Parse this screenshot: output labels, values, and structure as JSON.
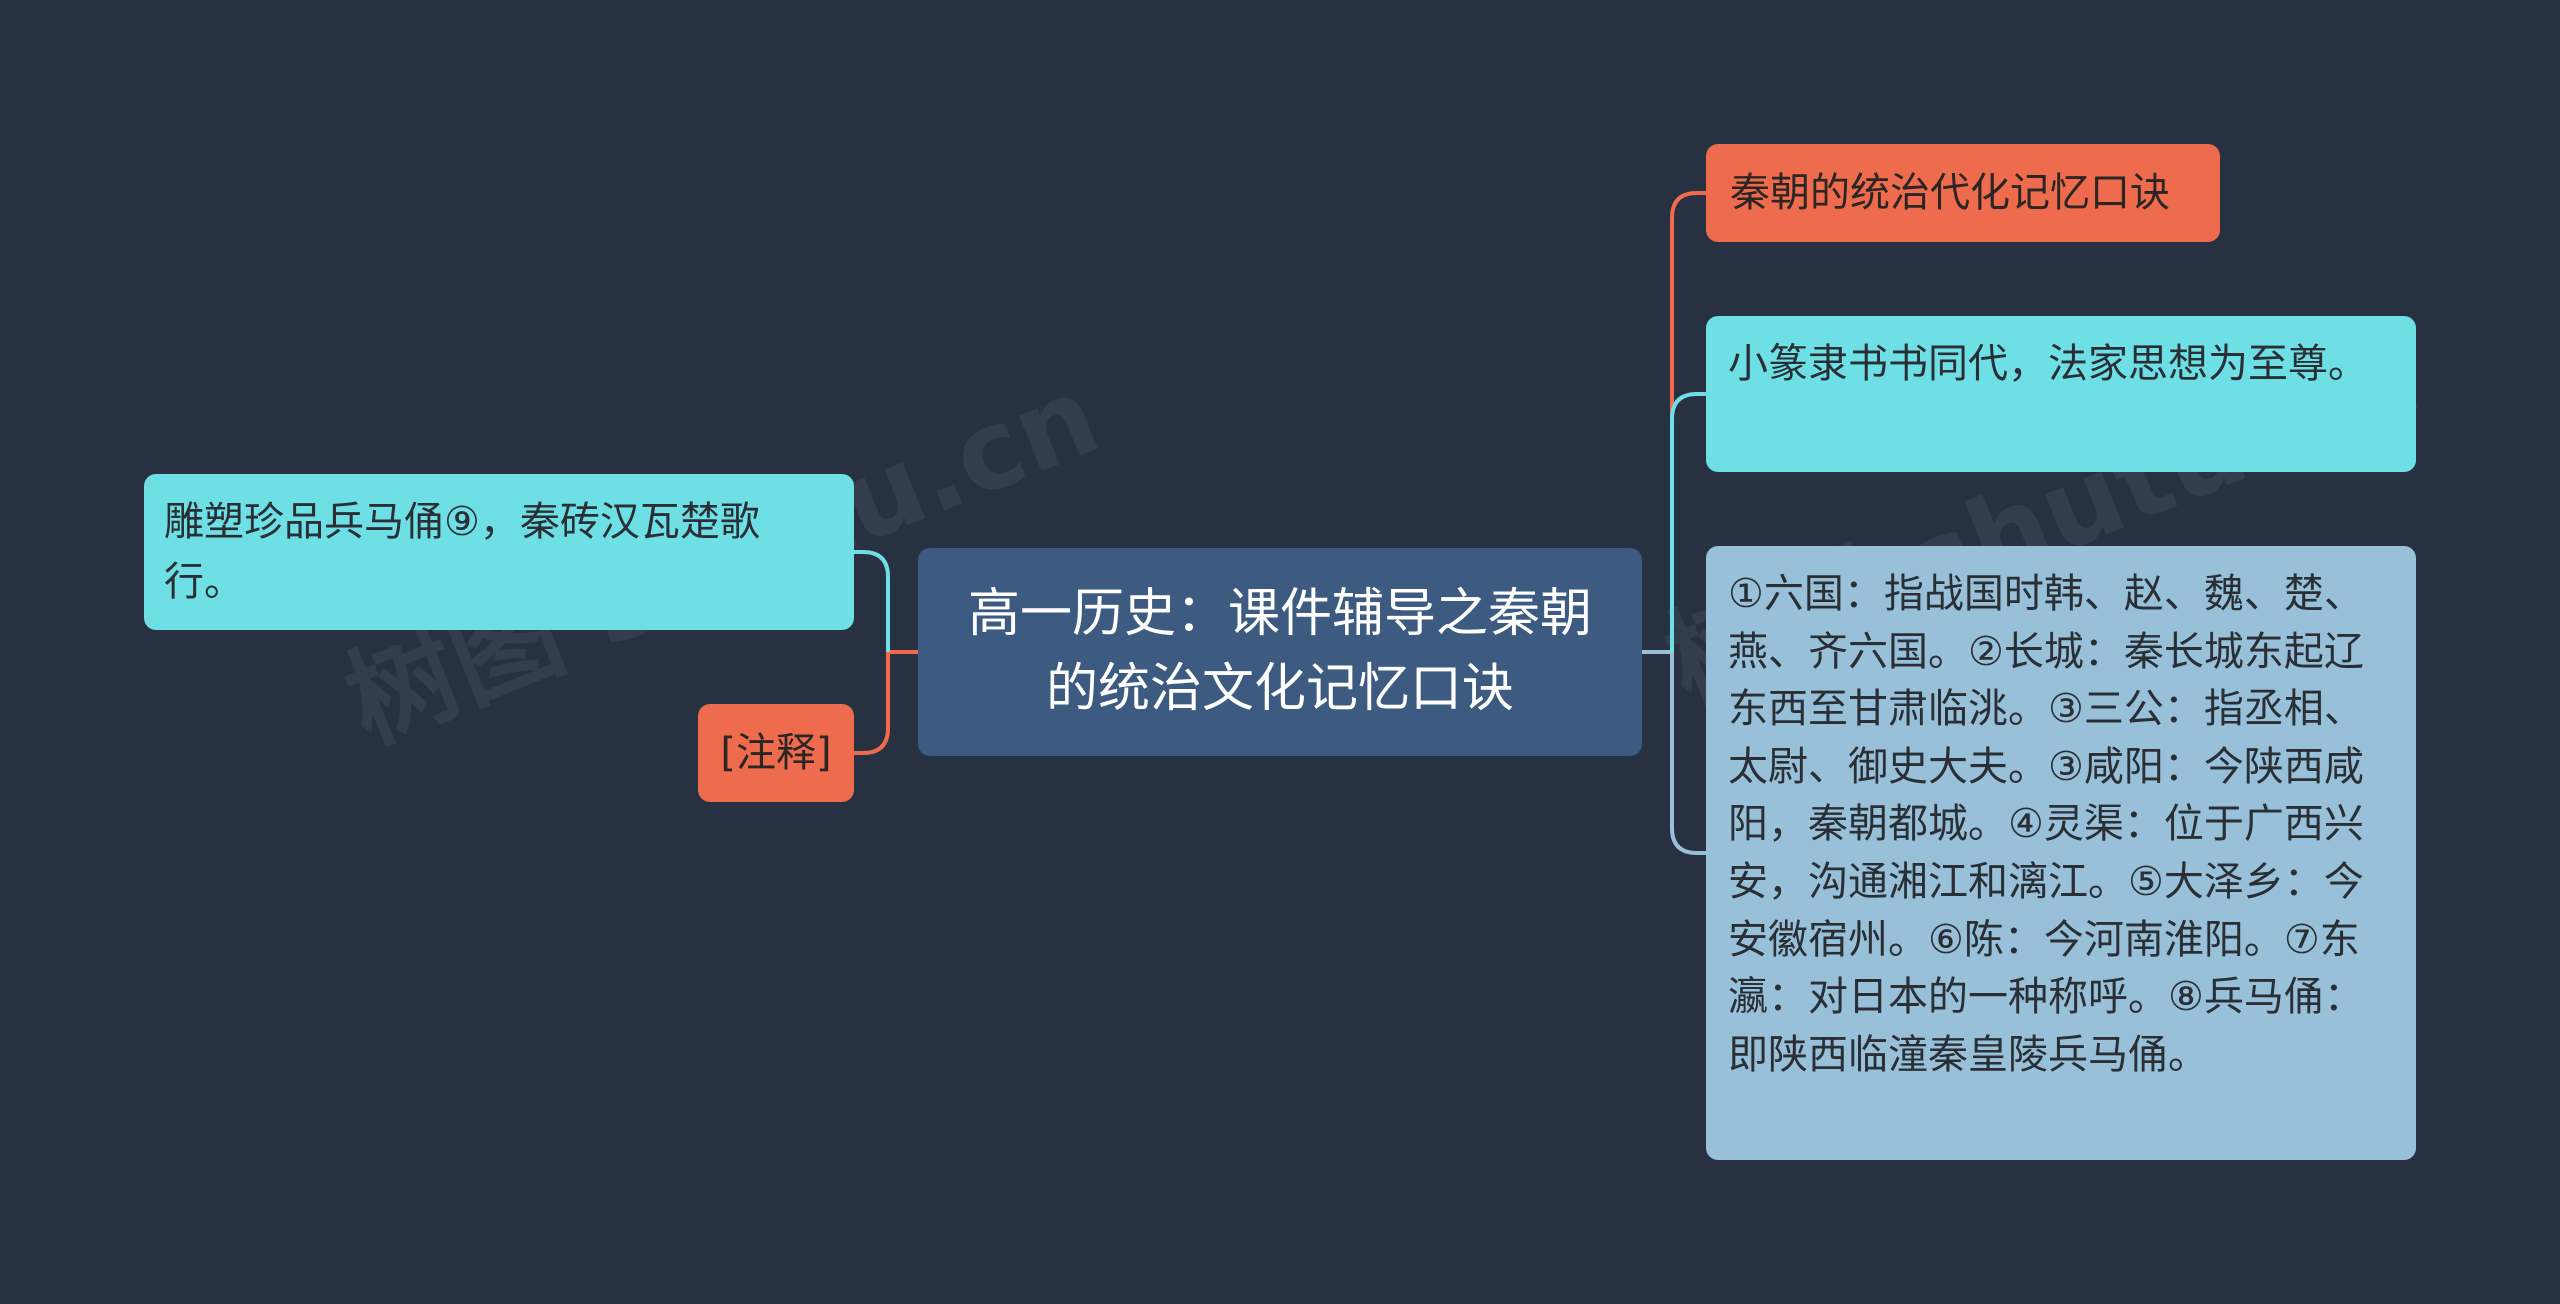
{
  "colors": {
    "background": "#283141",
    "center_fill": "#3d5a80",
    "orange": "#ee6c4d",
    "cyan": "#6ddfe5",
    "light_blue": "#98c1d9"
  },
  "watermarks": [
    "树图 shutu.cn",
    "树图 shutu.cn"
  ],
  "center": {
    "text": "高一历史：课件辅导之秦朝的统治文化记忆口诀"
  },
  "right_nodes": [
    {
      "text": "秦朝的统治代化记忆口诀"
    },
    {
      "text": "小篆隶书书同代，法家思想为至尊。"
    },
    {
      "text": "①六国：指战国时韩、赵、魏、楚、燕、齐六国。②长城：秦长城东起辽东西至甘肃临洮。③三公：指丞相、太尉、御史大夫。③咸阳：今陕西咸阳，秦朝都城。④灵渠：位于广西兴安，沟通湘江和漓江。⑤大泽乡：今安徽宿州。⑥陈：今河南淮阳。⑦东瀛：对日本的一种称呼。⑧兵马俑：即陕西临潼秦皇陵兵马俑。"
    }
  ],
  "left_nodes": [
    {
      "text": "雕塑珍品兵马俑⑨，秦砖汉瓦楚歌行。"
    },
    {
      "text": "[注释]"
    }
  ]
}
